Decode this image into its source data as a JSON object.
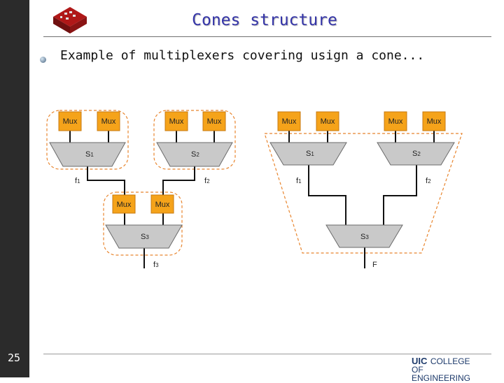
{
  "slide": {
    "title": "Cones structure",
    "bullet": "Example of multiplexers covering usign a cone...",
    "number": "25"
  },
  "diagram": {
    "mux_label": "Mux",
    "left": {
      "s1": "S",
      "s1_sub": "1",
      "s2": "S",
      "s2_sub": "2",
      "s3": "S",
      "s3_sub": "3",
      "f1": "f",
      "f1_sub": "1",
      "f2": "f",
      "f2_sub": "2",
      "f3": "f",
      "f3_sub": "3"
    },
    "right": {
      "s1": "S",
      "s1_sub": "1",
      "s2": "S",
      "s2_sub": "2",
      "s3": "S",
      "s3_sub": "3",
      "f1": "f",
      "f1_sub": "1",
      "f2": "f",
      "f2_sub": "2",
      "out": "F"
    },
    "colors": {
      "mux_fill": "#f5a31a",
      "dashed": "#e8852e",
      "selector_fill": "#c9c9c9"
    }
  },
  "footer": {
    "uic": "UIC",
    "college": "COLLEGE OF",
    "engineering": "ENGINEERING"
  }
}
